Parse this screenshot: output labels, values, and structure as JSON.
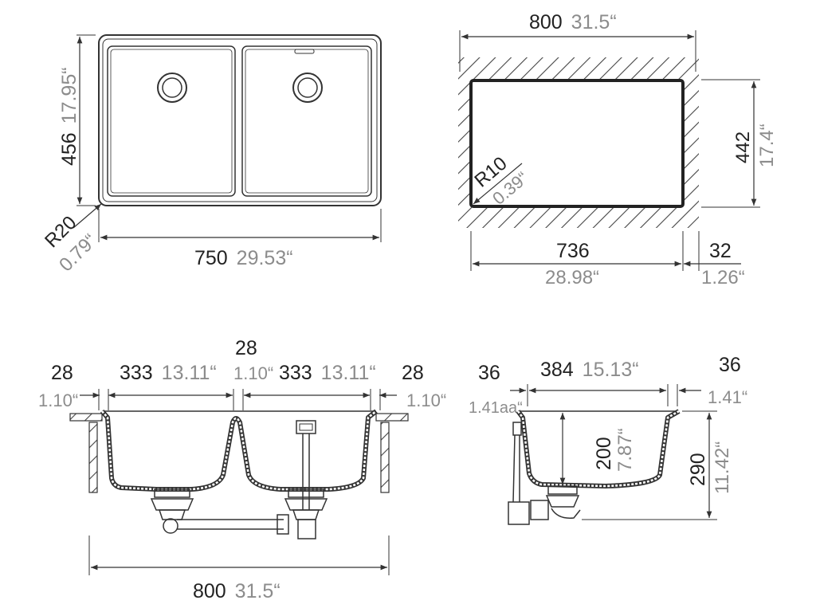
{
  "top_view": {
    "height_mm": "456",
    "height_in": "17.95“",
    "width_mm": "750",
    "width_in": "29.53“",
    "radius_mm": "R20",
    "radius_in": "0.79“"
  },
  "cutout": {
    "width_mm": "800",
    "width_in": "31.5“",
    "height_mm": "442",
    "height_in": "17.4“",
    "radius_mm": "R10",
    "radius_in": "0.39“",
    "inner_mm": "736",
    "inner_in": "28.98“",
    "side_mm": "32",
    "side_in": "1.26“"
  },
  "front_view": {
    "left_mm": "28",
    "left_in": "1.10“",
    "bowl1_mm": "333",
    "bowl1_in": "13.11“",
    "mid_mm": "28",
    "mid_in": "1.10“",
    "bowl2_mm": "333",
    "bowl2_in": "13.11“",
    "right_mm": "28",
    "right_in": "1.10“",
    "total_mm": "800",
    "total_in": "31.5“"
  },
  "side_view": {
    "left_mm": "36",
    "left_in": "1.41aa“",
    "width_mm": "384",
    "width_in": "15.13“",
    "right_mm": "36",
    "right_in": "1.41“",
    "depth_mm": "200",
    "depth_in": "7.87“",
    "height_mm": "290",
    "height_in": "11.42“"
  },
  "colors": {
    "line": "#333333",
    "mm_text": "#222222",
    "in_text": "#8c8c8c"
  }
}
